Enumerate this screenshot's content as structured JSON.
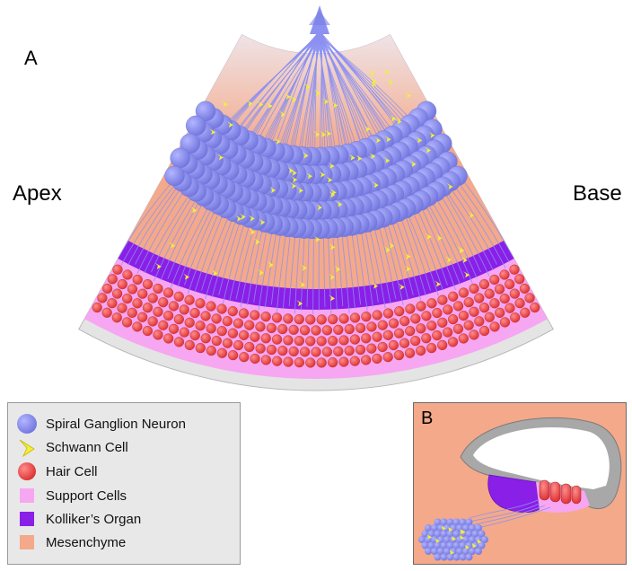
{
  "panel_a": {
    "label": "A",
    "apex_label": "Apex",
    "base_label": "Base"
  },
  "panel_b": {
    "label": "B"
  },
  "legend": {
    "items": [
      {
        "icon": "spiral-ganglion-neuron-icon",
        "label": "Spiral Ganglion Neuron",
        "color": "#8c90f0"
      },
      {
        "icon": "schwann-cell-icon",
        "label": "Schwann Cell",
        "color": "#f2ee3a"
      },
      {
        "icon": "hair-cell-icon",
        "label": "Hair Cell",
        "color": "#f04848"
      },
      {
        "icon": "support-cells-icon",
        "label": "Support Cells",
        "color": "#f7a6f2"
      },
      {
        "icon": "kollikers-organ-icon",
        "label": "Kolliker’s Organ",
        "color": "#8a1fe8"
      },
      {
        "icon": "mesenchyme-icon",
        "label": "Mesenchyme",
        "color": "#f4a98a"
      }
    ]
  },
  "colors": {
    "neuron": "#8c90f0",
    "schwann": "#f2ee3a",
    "hair": "#f04848",
    "support": "#f7a6f2",
    "kolliker": "#8a1fe8",
    "mesenchyme": "#f4a98a",
    "duct": "#a8a8a8"
  }
}
